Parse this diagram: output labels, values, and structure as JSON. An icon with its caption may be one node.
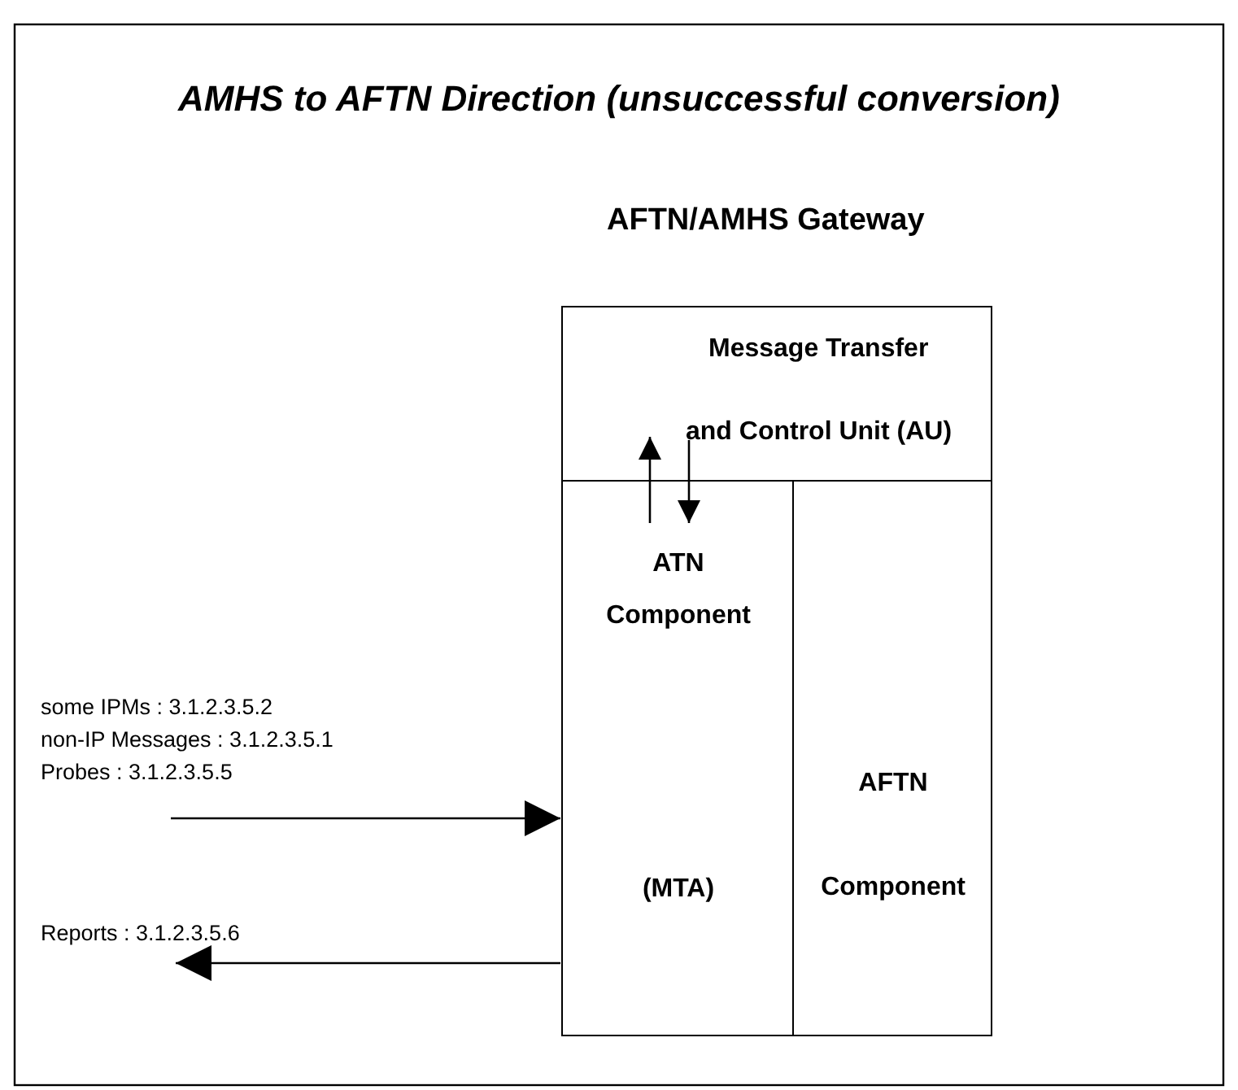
{
  "diagram": {
    "title": "AMHS to AFTN Direction (unsuccessful conversion)",
    "nodes": [
      {
        "text": [
          "AFTN/AMHS Gateway"
        ]
      },
      {
        "text": [
          "Message Transfer and Control Unit (AU)"
        ],
        "in": 0
      },
      {
        "text": [
          "ATN Component",
          "(MTA)"
        ],
        "in": 0
      },
      {
        "text": [
          "AFTN Component"
        ],
        "in": 0
      },
      {
        "text": [
          "some IPMs : 3.1.2.3.5.2",
          "non-IP Messages : 3.1.2.3.5.1",
          "Probes : 3.1.2.3.5.5"
        ]
      },
      {
        "text": [
          "Reports : 3.1.2.3.5.6"
        ]
      }
    ],
    "edges": [
      {
        "from": 2,
        "to": 1,
        "arrow": "to"
      },
      {
        "from": 1,
        "to": 2,
        "arrow": "to"
      },
      {
        "from": 4,
        "to": 2,
        "arrow": "to"
      },
      {
        "from": 2,
        "to": 5,
        "arrow": "to"
      }
    ]
  }
}
